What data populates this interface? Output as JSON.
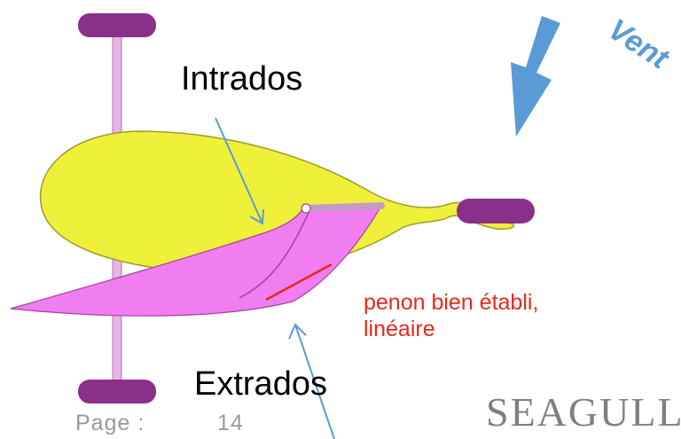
{
  "labels": {
    "intrados": "Intrados",
    "extrados": "Extrados",
    "wind": "Vent",
    "telltale_line1": "penon bien établi,",
    "telltale_line2": "linéaire"
  },
  "footer": {
    "page_label": "Page :",
    "page_number": "14",
    "logo_text": "SEAGULL"
  },
  "colors": {
    "wing_fill": "#eef03a",
    "sail_fill": "#f07ef0",
    "mast": "#e8b4e6",
    "wheel": "#8a2f8a",
    "arrow": "#5b9bd5",
    "telltale": "#e8281c",
    "label_red": "#e8281c",
    "logo": "#7f7f7f",
    "page": "#9a9a9a"
  }
}
